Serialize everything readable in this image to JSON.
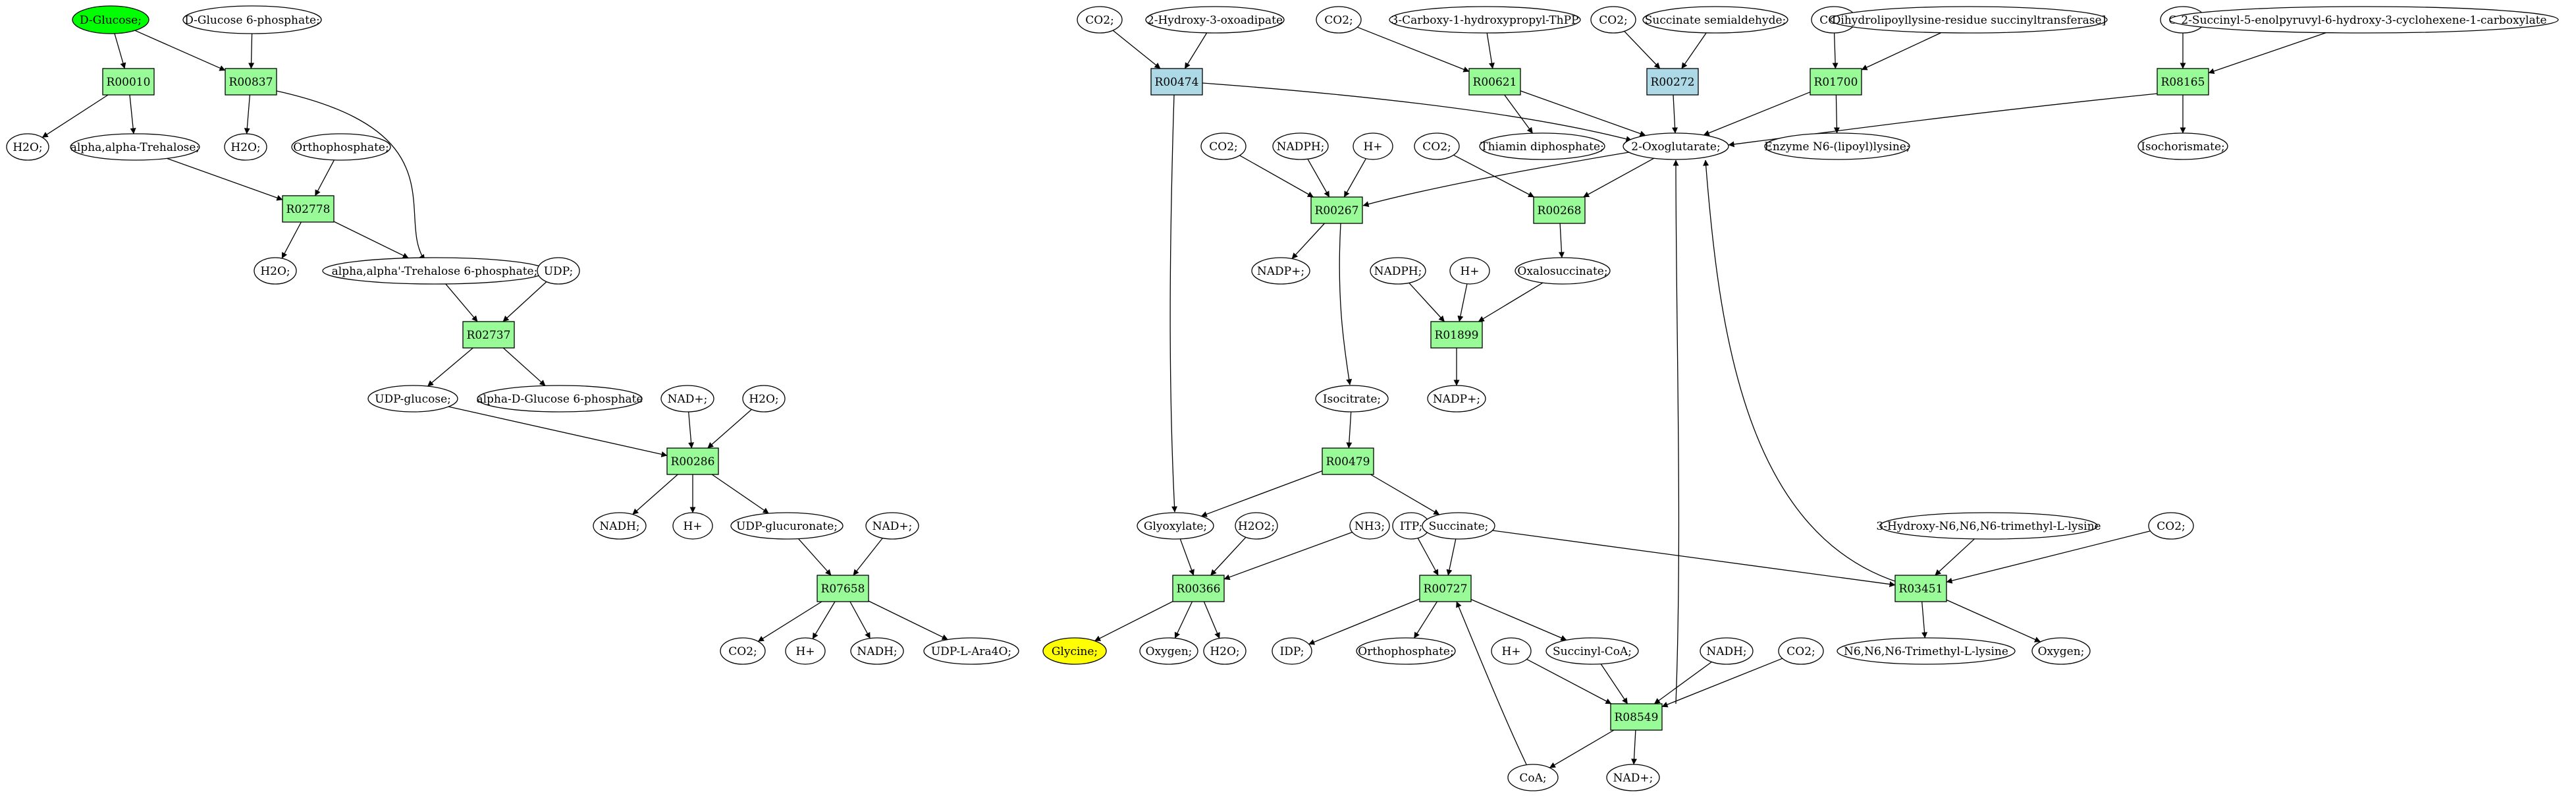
{
  "colors": {
    "reaction": "#98fb98",
    "reaction_alt": "#add8e6",
    "metabolite": "#ffffff",
    "source": "#00ff00",
    "target": "#ffff00",
    "edge": "#000000"
  },
  "nodes": [
    {
      "id": "dglucose",
      "type": "metabolite",
      "label": "D-Glucose;",
      "fill": "source"
    },
    {
      "id": "dg6p",
      "type": "metabolite",
      "label": "D-Glucose 6-phosphate;"
    },
    {
      "id": "R00010",
      "type": "reaction",
      "label": "R00010"
    },
    {
      "id": "R00837",
      "type": "reaction",
      "label": "R00837"
    },
    {
      "id": "h2o_a",
      "type": "metabolite",
      "label": "H2O;"
    },
    {
      "id": "trehalose",
      "type": "metabolite",
      "label": "alpha,alpha-Trehalose;"
    },
    {
      "id": "h2o_b",
      "type": "metabolite",
      "label": "H2O;"
    },
    {
      "id": "ortho_a",
      "type": "metabolite",
      "label": "Orthophosphate;"
    },
    {
      "id": "R02778",
      "type": "reaction",
      "label": "R02778"
    },
    {
      "id": "h2o_c",
      "type": "metabolite",
      "label": "H2O;"
    },
    {
      "id": "t6p",
      "type": "metabolite",
      "label": "alpha,alpha'-Trehalose 6-phosphate;"
    },
    {
      "id": "udp_a",
      "type": "metabolite",
      "label": "UDP;"
    },
    {
      "id": "R02737",
      "type": "reaction",
      "label": "R02737"
    },
    {
      "id": "udpglucose",
      "type": "metabolite",
      "label": "UDP-glucose;"
    },
    {
      "id": "adg6p",
      "type": "metabolite",
      "label": "alpha-D-Glucose 6-phosphate"
    },
    {
      "id": "nadp_a",
      "type": "metabolite",
      "label": "NAD+;"
    },
    {
      "id": "h2o_d",
      "type": "metabolite",
      "label": "H2O;"
    },
    {
      "id": "R00286",
      "type": "reaction",
      "label": "R00286"
    },
    {
      "id": "nadh_a",
      "type": "metabolite",
      "label": "NADH;"
    },
    {
      "id": "hplus_a",
      "type": "metabolite",
      "label": "H+"
    },
    {
      "id": "udpglcur",
      "type": "metabolite",
      "label": "UDP-glucuronate;"
    },
    {
      "id": "nadp_b",
      "type": "metabolite",
      "label": "NAD+;"
    },
    {
      "id": "R07658",
      "type": "reaction",
      "label": "R07658"
    },
    {
      "id": "co2_a",
      "type": "metabolite",
      "label": "CO2;"
    },
    {
      "id": "hplus_b",
      "type": "metabolite",
      "label": "H+"
    },
    {
      "id": "nadh_b",
      "type": "metabolite",
      "label": "NADH;"
    },
    {
      "id": "udpara",
      "type": "metabolite",
      "label": "UDP-L-Ara4O;"
    },
    {
      "id": "co2_b",
      "type": "metabolite",
      "label": "CO2;"
    },
    {
      "id": "hydroxyoxo",
      "type": "metabolite",
      "label": "2-Hydroxy-3-oxoadipate"
    },
    {
      "id": "R00474",
      "type": "reaction_alt",
      "label": "R00474"
    },
    {
      "id": "co2_c",
      "type": "metabolite",
      "label": "CO2;"
    },
    {
      "id": "carboxythpp",
      "type": "metabolite",
      "label": "3-Carboxy-1-hydroxypropyl-ThPP"
    },
    {
      "id": "R00621",
      "type": "reaction",
      "label": "R00621"
    },
    {
      "id": "co2_d",
      "type": "metabolite",
      "label": "CO2;"
    },
    {
      "id": "succsemi",
      "type": "metabolite",
      "label": "Succinate semialdehyde;"
    },
    {
      "id": "R00272",
      "type": "reaction_alt",
      "label": "R00272"
    },
    {
      "id": "co2_e",
      "type": "metabolite",
      "label": "CO2;"
    },
    {
      "id": "dihydrolipo",
      "type": "metabolite",
      "label": "Dihydrolipoyllysine-residue succinyltransferase]"
    },
    {
      "id": "R01700",
      "type": "reaction",
      "label": "R01700"
    },
    {
      "id": "co2_f",
      "type": "metabolite",
      "label": "CO2;"
    },
    {
      "id": "succinylenol",
      "type": "metabolite",
      "label": "2-Succinyl-5-enolpyruvyl-6-hydroxy-3-cyclohexene-1-carboxylate"
    },
    {
      "id": "R08165",
      "type": "reaction",
      "label": "R08165"
    },
    {
      "id": "thiamin",
      "type": "metabolite",
      "label": "Thiamin diphosphate;"
    },
    {
      "id": "oxoglut",
      "type": "metabolite",
      "label": "2-Oxoglutarate;"
    },
    {
      "id": "enzn6",
      "type": "metabolite",
      "label": "Enzyme N6-(lipoyl)lysine;"
    },
    {
      "id": "isochor",
      "type": "metabolite",
      "label": "Isochorismate;"
    },
    {
      "id": "co2_g",
      "type": "metabolite",
      "label": "CO2;"
    },
    {
      "id": "nadph_a",
      "type": "metabolite",
      "label": "NADPH;"
    },
    {
      "id": "hplus_c",
      "type": "metabolite",
      "label": "H+"
    },
    {
      "id": "co2_h",
      "type": "metabolite",
      "label": "CO2;"
    },
    {
      "id": "R00267",
      "type": "reaction",
      "label": "R00267"
    },
    {
      "id": "R00268",
      "type": "reaction",
      "label": "R00268"
    },
    {
      "id": "nadpplus_a",
      "type": "metabolite",
      "label": "NADP+;"
    },
    {
      "id": "nadph_b",
      "type": "metabolite",
      "label": "NADPH;"
    },
    {
      "id": "hplus_d",
      "type": "metabolite",
      "label": "H+"
    },
    {
      "id": "oxalosucc",
      "type": "metabolite",
      "label": "Oxalosuccinate;"
    },
    {
      "id": "R01899",
      "type": "reaction",
      "label": "R01899"
    },
    {
      "id": "isocitrate",
      "type": "metabolite",
      "label": "Isocitrate;"
    },
    {
      "id": "nadpplus_b",
      "type": "metabolite",
      "label": "NADP+;"
    },
    {
      "id": "R00479",
      "type": "reaction",
      "label": "R00479"
    },
    {
      "id": "glyoxylate",
      "type": "metabolite",
      "label": "Glyoxylate;"
    },
    {
      "id": "h2o2",
      "type": "metabolite",
      "label": "H2O2;"
    },
    {
      "id": "nh3",
      "type": "metabolite",
      "label": "NH3;"
    },
    {
      "id": "itp",
      "type": "metabolite",
      "label": "ITP;"
    },
    {
      "id": "succinate",
      "type": "metabolite",
      "label": "Succinate;"
    },
    {
      "id": "hydroxytml",
      "type": "metabolite",
      "label": "3-Hydroxy-N6,N6,N6-trimethyl-L-lysine"
    },
    {
      "id": "co2_i",
      "type": "metabolite",
      "label": "CO2;"
    },
    {
      "id": "R00366",
      "type": "reaction",
      "label": "R00366"
    },
    {
      "id": "R00727",
      "type": "reaction",
      "label": "R00727"
    },
    {
      "id": "R03451",
      "type": "reaction",
      "label": "R03451"
    },
    {
      "id": "glycine",
      "type": "metabolite",
      "label": "Glycine;",
      "fill": "target"
    },
    {
      "id": "oxygen_a",
      "type": "metabolite",
      "label": "Oxygen;"
    },
    {
      "id": "h2o_e",
      "type": "metabolite",
      "label": "H2O;"
    },
    {
      "id": "idp",
      "type": "metabolite",
      "label": "IDP;"
    },
    {
      "id": "ortho_b",
      "type": "metabolite",
      "label": "Orthophosphate;"
    },
    {
      "id": "succoa",
      "type": "metabolite",
      "label": "Succinyl-CoA;"
    },
    {
      "id": "tml",
      "type": "metabolite",
      "label": "N6,N6,N6-Trimethyl-L-lysine"
    },
    {
      "id": "oxygen_b",
      "type": "metabolite",
      "label": "Oxygen;"
    },
    {
      "id": "hplus_e",
      "type": "metabolite",
      "label": "H+"
    },
    {
      "id": "nadh_c",
      "type": "metabolite",
      "label": "NADH;"
    },
    {
      "id": "co2_j",
      "type": "metabolite",
      "label": "CO2;"
    },
    {
      "id": "R08549",
      "type": "reaction",
      "label": "R08549"
    },
    {
      "id": "coa",
      "type": "metabolite",
      "label": "CoA;"
    },
    {
      "id": "nadplus_c",
      "type": "metabolite",
      "label": "NAD+;"
    }
  ]
}
